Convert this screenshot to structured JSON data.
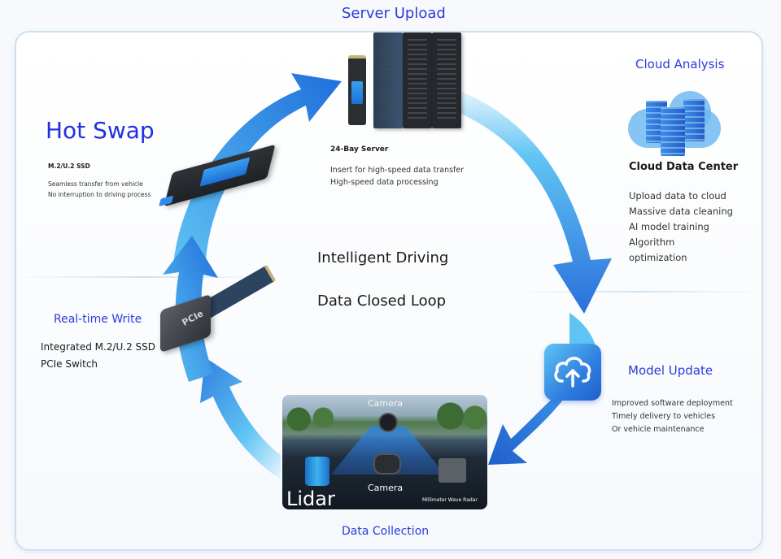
{
  "diagram": {
    "center_title": [
      "Intelligent Driving",
      "Data Closed Loop"
    ],
    "accent_color": "#2b3bd8",
    "arrow_colors": [
      "#5fc4f3",
      "#2f7fe0",
      "#1f5fcb"
    ],
    "flow": [
      "Data Collection",
      "Real-time Write",
      "Hot Swap",
      "Server Upload",
      "Cloud Analysis",
      "Model Update"
    ]
  },
  "stages": {
    "server_upload": {
      "title": "Server Upload",
      "device": "24-Bay Server",
      "lines": [
        "Insert for high-speed data transfer",
        "High-speed data processing"
      ]
    },
    "cloud_analysis": {
      "title": "Cloud Analysis",
      "device": "Cloud Data Center",
      "lines": [
        "Upload data to cloud",
        "Massive data cleaning",
        "AI model training",
        "Algorithm",
        "optimization"
      ]
    },
    "model_update": {
      "title": "Model Update",
      "icon": "cloud-upload-icon",
      "lines": [
        "Improved software deployment",
        "Timely delivery to vehicles",
        "Or vehicle maintenance"
      ]
    },
    "data_collection": {
      "title": "Data Collection",
      "labels": {
        "camera_top": "Camera",
        "camera_mid": "Camera",
        "lidar": "Lidar",
        "radar": "Millimeter Wave Radar"
      }
    },
    "real_time_write": {
      "title": "Real-time Write",
      "lines": [
        "Integrated M.2/U.2 SSD",
        "PCIe Switch"
      ],
      "chip_label": "PCIe"
    },
    "hot_swap": {
      "title": "Hot Swap",
      "device": "M.2/U.2 SSD",
      "lines": [
        "Seamless transfer from vehicle",
        "No interruption to driving process"
      ]
    }
  }
}
